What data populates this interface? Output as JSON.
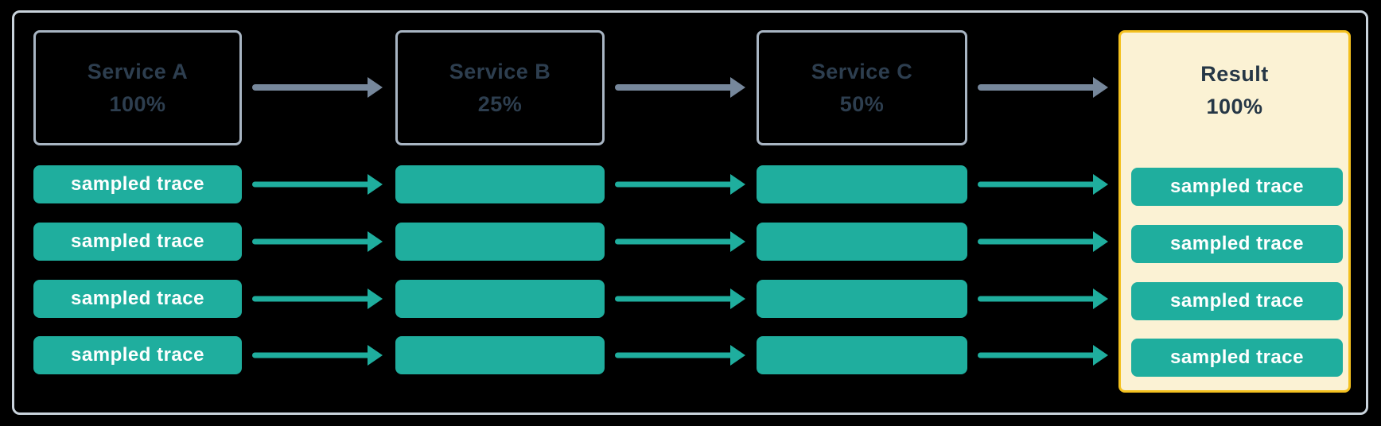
{
  "pipeline": {
    "services": [
      {
        "name": "Service A",
        "sample_rate": "100%"
      },
      {
        "name": "Service B",
        "sample_rate": "25%"
      },
      {
        "name": "Service C",
        "sample_rate": "50%"
      }
    ],
    "result": {
      "name": "Result",
      "sample_rate": "100%"
    },
    "trace_label": "sampled trace",
    "trace_rows": 4
  },
  "colors": {
    "background": "#000000",
    "trace_teal": "#1fae9e",
    "flow_arrow_gray": "#76879b",
    "service_box_border": "#a8b5c3",
    "outer_frame_border": "#c9d3dc",
    "result_border_yellow": "#f4c11f",
    "result_fill_cream": "#fbf2d4",
    "service_text": "#2d3e4f",
    "trace_text": "#ffffff"
  }
}
